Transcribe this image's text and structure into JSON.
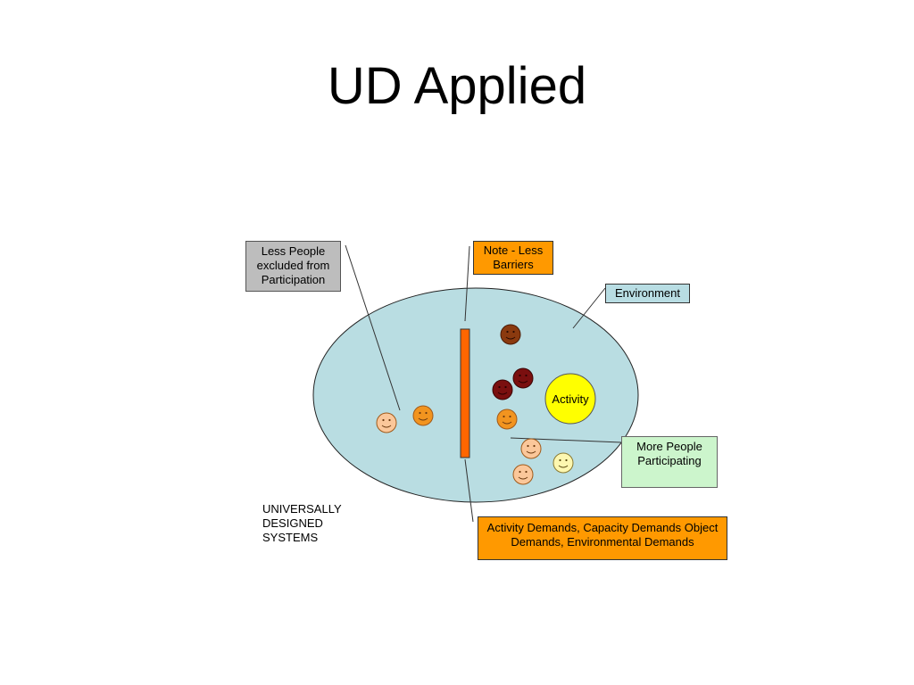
{
  "title": "UD Applied",
  "callouts": {
    "less_people": "Less People excluded from Participation",
    "note_barriers": "Note - Less Barriers",
    "environment": "Environment",
    "more_people": "More People Participating",
    "demands": "Activity Demands, Capacity Demands Object Demands, Environmental Demands"
  },
  "labels": {
    "activity": "Activity",
    "systems": "UNIVERSALLY\nDESIGNED\nSYSTEMS"
  },
  "colors": {
    "environment_fill": "#b9dde2",
    "barrier": "#ff6600",
    "activity_fill": "#ffff00",
    "face_peach": "#fbc79a",
    "face_orange": "#f2941f",
    "face_brown": "#8b3a0f",
    "face_maroon": "#7a0f0f",
    "face_pale_yellow": "#fdf7b0"
  }
}
